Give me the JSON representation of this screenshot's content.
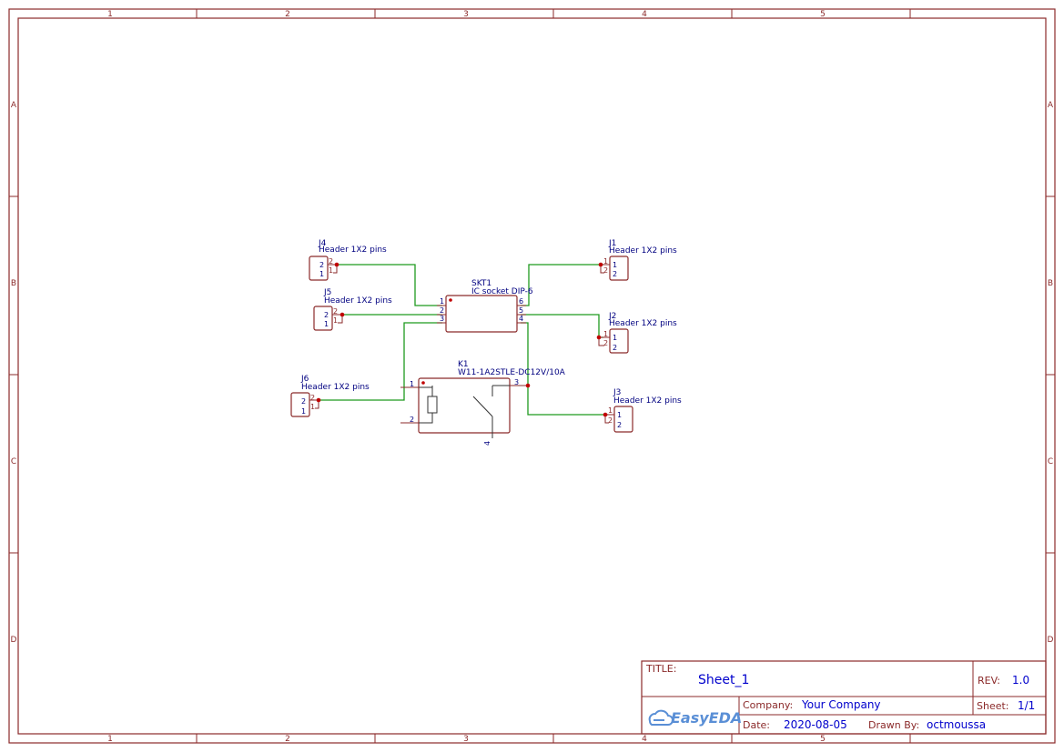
{
  "frame": {
    "columns": [
      "1",
      "2",
      "3",
      "4",
      "5"
    ],
    "rows": [
      "A",
      "B",
      "C",
      "D"
    ]
  },
  "components": {
    "J4": {
      "ref": "J4",
      "value": "Header 1X2 pins",
      "pins": [
        "2",
        "1"
      ],
      "outer_pins": [
        "2",
        "1"
      ]
    },
    "J5": {
      "ref": "J5",
      "value": "Header 1X2 pins",
      "pins": [
        "2",
        "1"
      ],
      "outer_pins": [
        "2",
        "1"
      ]
    },
    "J6": {
      "ref": "J6",
      "value": "Header 1X2 pins",
      "pins": [
        "2",
        "1"
      ],
      "outer_pins": [
        "2",
        "1"
      ]
    },
    "J1": {
      "ref": "J1",
      "value": "Header 1X2 pins",
      "pins": [
        "1",
        "2"
      ],
      "outer_pins": [
        "1",
        "2"
      ]
    },
    "J2": {
      "ref": "J2",
      "value": "Header 1X2 pins",
      "pins": [
        "1",
        "2"
      ],
      "outer_pins": [
        "1",
        "2"
      ]
    },
    "J3": {
      "ref": "J3",
      "value": "Header 1X2 pins",
      "pins": [
        "1",
        "2"
      ],
      "outer_pins": [
        "1",
        "2"
      ]
    },
    "SKT1": {
      "ref": "SKT1",
      "value": "IC socket DIP-6",
      "left_pins": [
        "1",
        "2",
        "3"
      ],
      "right_pins": [
        "6",
        "5",
        "4"
      ]
    },
    "K1": {
      "ref": "K1",
      "value": "W11-1A2STLE-DC12V/10A",
      "pins": [
        "1",
        "2",
        "3",
        "4"
      ]
    }
  },
  "title_block": {
    "title_label": "TITLE:",
    "title": "Sheet_1",
    "rev_label": "REV:",
    "rev": "1.0",
    "company_label": "Company:",
    "company": "Your Company",
    "sheet_label": "Sheet:",
    "sheet": "1/1",
    "date_label": "Date:",
    "date": "2020-08-05",
    "drawn_by_label": "Drawn By:",
    "drawn_by": "octmoussa",
    "logo": "EasyEDA"
  },
  "colors": {
    "frame": "#8b2a2a",
    "wire": "#1f9a1f",
    "text": "#000080",
    "junction": "#c00000",
    "title_text": "#0000cc",
    "logo": "#5a8fd6"
  }
}
